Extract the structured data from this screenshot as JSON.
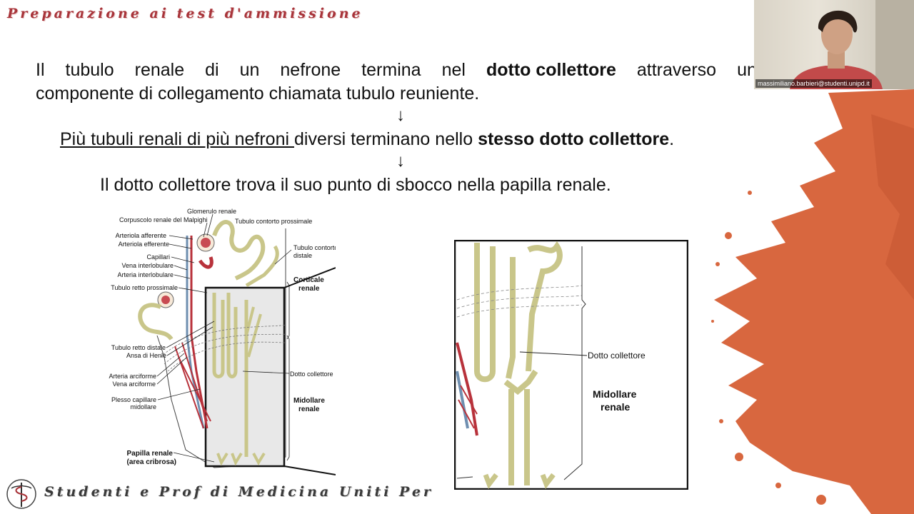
{
  "header": {
    "title": "Preparazione ai test d'ammissione"
  },
  "slide": {
    "line1_words": [
      "Il",
      "tubulo",
      "renale",
      "di",
      "un",
      "nefrone",
      "termina",
      "nel"
    ],
    "line1_bold": "dotto collettore",
    "line1_words_after": [
      "attraverso",
      "un"
    ],
    "line2": "componente di collegamento chiamata tubulo reuniente.",
    "arrow": "↓",
    "line3_underlined": "Più tubuli renali di più nefroni ",
    "line3_mid": "diversi terminano nello ",
    "line3_bold": "stesso dotto collettore",
    "line3_end": ".",
    "line4": "Il dotto collettore trova il suo punto di sbocco nella papilla renale."
  },
  "diagram": {
    "labels": {
      "glomerulo": "Glomerulo renale",
      "corpuscolo": "Corpuscolo renale del Malpighi",
      "tubulo_prossimale": "Tubulo contorto prossimale",
      "arteriola_afferente": "Arteriola afferente",
      "arteriola_efferente": "Arteriola efferente",
      "capillari": "Capillari",
      "vena_interlobulare": "Vena interlobulare",
      "arteria_interlobulare": "Arteria interlobulare",
      "tubulo_retto_prossimale": "Tubulo retto prossimale",
      "tubulo_distale_1": "Tubulo contorto",
      "tubulo_distale_2": "distale",
      "corticale_1": "Corticale",
      "corticale_2": "renale",
      "tubulo_retto_distale": "Tubulo retto distale",
      "ansa_henle": "Ansa di Henle",
      "arteria_arciforme": "Arteria arciforme",
      "vena_arciforme": "Vena arciforme",
      "plesso_1": "Plesso capillare",
      "plesso_2": "midollare",
      "dotto_collettore": "Dotto collettore",
      "midollare_1": "Midollare",
      "midollare_2": "renale",
      "papilla_1": "Papilla renale",
      "papilla_2": "(area cribrosa)"
    }
  },
  "zoom": {
    "dotto_collettore": "Dotto collettore",
    "midollare_1": "Midollare",
    "midollare_2": "renale"
  },
  "webcam": {
    "name": "massimiliano.barbieri@studenti.unipd.it"
  },
  "footer": {
    "text": "Studenti e Prof di Medicina Uniti Per"
  },
  "colors": {
    "accent_red": "#a8343a",
    "splash_orange": "#d8673f"
  }
}
